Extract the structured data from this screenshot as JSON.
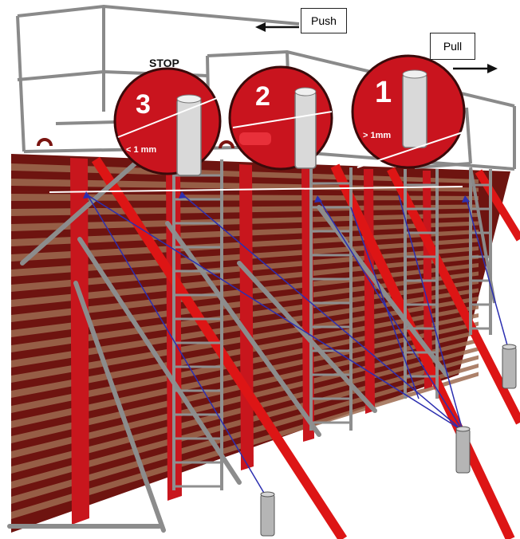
{
  "labels": {
    "push": "Push",
    "pull": "Pull",
    "stop": "STOP"
  },
  "steps": [
    {
      "number": "3",
      "gap": "< 1 mm"
    },
    {
      "number": "2",
      "gap": ""
    },
    {
      "number": "1",
      "gap": "> 1mm"
    }
  ],
  "colors": {
    "formwork_red": "#c8161d",
    "dark_red": "#7a1410",
    "timber": "#9e6b50",
    "steel": "#8c8c8c",
    "laser_line": "#2c2fb0",
    "circle_red": "#d0202a"
  }
}
